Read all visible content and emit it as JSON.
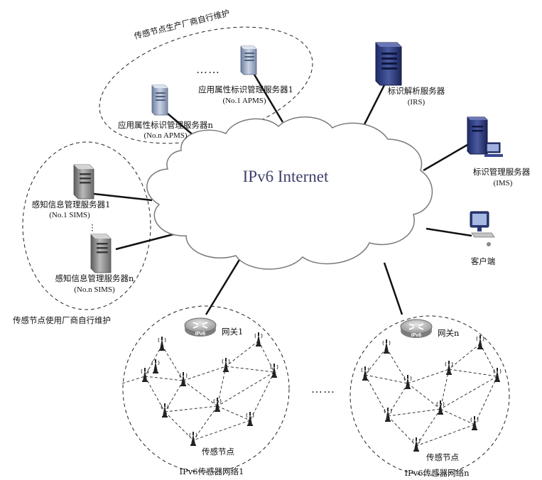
{
  "cloud_title": "IPv6 Internet",
  "groups": {
    "producer_label": "传感节点生产厂商自行维护",
    "user_label": "传感节点使用厂商自行维护"
  },
  "servers": {
    "apms1": {
      "name": "应用属性标识管理服务器1",
      "abbr": "(No.1 APMS)"
    },
    "apmsn": {
      "name": "应用属性标识管理服务器n",
      "abbr": "(No.n APMS)"
    },
    "irs": {
      "name": "标识解析服务器",
      "abbr": "(IRS)"
    },
    "ims": {
      "name": "标识管理服务器",
      "abbr": "(IMS)"
    },
    "sims1": {
      "name": "感知信息管理服务器1",
      "abbr": "(No.1 SIMS)"
    },
    "simsn": {
      "name": "感知信息管理服务器n",
      "abbr": "(No.n SIMS)"
    },
    "client": {
      "name": "客户端"
    }
  },
  "networks": [
    {
      "gateway_label": "网关1",
      "node_label": "传感节点",
      "caption": "IPv6传感器网络1",
      "router_text": "IPv6"
    },
    {
      "gateway_label": "网关n",
      "node_label": "传感节点",
      "caption": "IPv6传感器网络n",
      "router_text": "IPv6"
    }
  ],
  "ellipsis": {
    "apms": "……",
    "networks": "……",
    "sims": "⋮"
  },
  "colors": {
    "cloud_fill": "#ffffff",
    "cloud_stroke": "#7a7a7a",
    "dark_server": "#2b3a7a",
    "gray_server": "#8a8a8a",
    "router": "#a9a9a9"
  }
}
